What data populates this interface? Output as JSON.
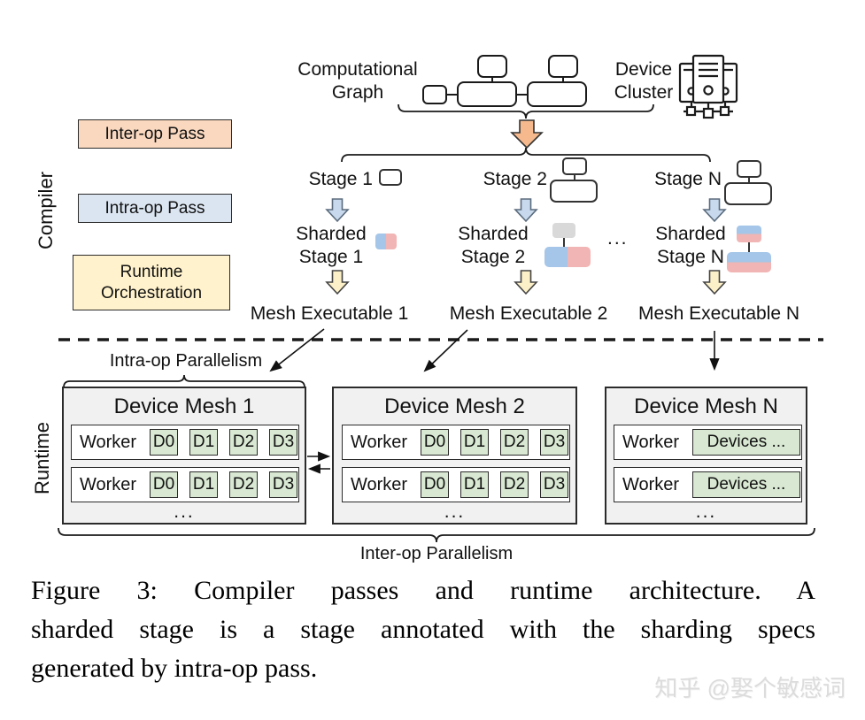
{
  "labels": {
    "computational_graph": "Computational\nGraph",
    "device_cluster": "Device\nCluster",
    "compiler": "Compiler",
    "runtime": "Runtime",
    "inter_op_pass": "Inter-op Pass",
    "intra_op_pass": "Intra-op Pass",
    "runtime_orchestration": "Runtime\nOrchestration",
    "intra_op_parallelism": "Intra-op Parallelism",
    "inter_op_parallelism": "Inter-op Parallelism",
    "ellipsis": "..."
  },
  "stages": [
    {
      "label": "Stage 1",
      "sharded": "Sharded\nStage 1",
      "executable": "Mesh Executable 1"
    },
    {
      "label": "Stage 2",
      "sharded": "Sharded\nStage 2",
      "executable": "Mesh Executable 2"
    },
    {
      "label": "Stage N",
      "sharded": "Sharded\nStage N",
      "executable": "Mesh Executable N"
    }
  ],
  "device_meshes": [
    {
      "title": "Device Mesh 1",
      "worker_label": "Worker",
      "devices": [
        "D0",
        "D1",
        "D2",
        "D3"
      ],
      "more": "..."
    },
    {
      "title": "Device Mesh 2",
      "worker_label": "Worker",
      "devices": [
        "D0",
        "D1",
        "D2",
        "D3"
      ],
      "more": "..."
    },
    {
      "title": "Device Mesh N",
      "worker_label": "Worker",
      "devices_wide": "Devices ...",
      "more": "..."
    }
  ],
  "caption": {
    "line1": "Figure 3: Compiler passes and runtime architecture. A",
    "line2": "sharded stage is a stage annotated with the sharding specs",
    "line3": "generated by intra-op pass."
  },
  "watermark": "知乎 @娶个敏感词",
  "colors": {
    "inter_op_box": "#F9D8BF",
    "intra_op_box": "#DBE5F1",
    "runtime_box": "#FFF2CC",
    "orange_arrow": "#F5B98D",
    "blue_arrow": "#C9D9ED",
    "yellow_arrow": "#FCF0C8",
    "device_cell": "#D8E8D2",
    "mesh_background": "#F1F1F1",
    "shard_blue": "#A5C6E8",
    "shard_pink": "#F0B5B4",
    "shard_gray": "#D9D9D9"
  }
}
